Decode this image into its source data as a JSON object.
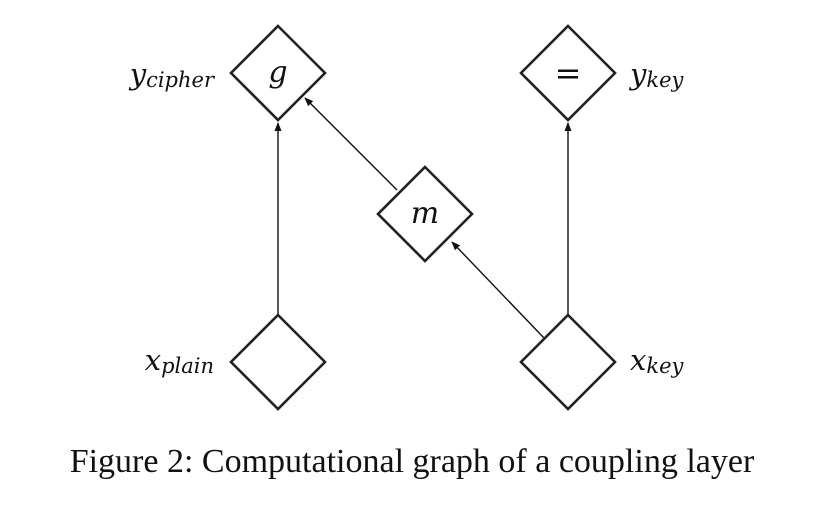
{
  "diagram": {
    "nodes": {
      "g": {
        "symbol": "g",
        "label": "y",
        "label_sub": "cipher"
      },
      "id": {
        "symbol": "=",
        "label": "y",
        "label_sub": "key"
      },
      "m": {
        "symbol": "m"
      },
      "xp": {
        "label": "x",
        "label_sub": "plain"
      },
      "xk": {
        "label": "x",
        "label_sub": "key"
      }
    }
  },
  "caption": "Figure 2: Computational graph of a coupling layer"
}
